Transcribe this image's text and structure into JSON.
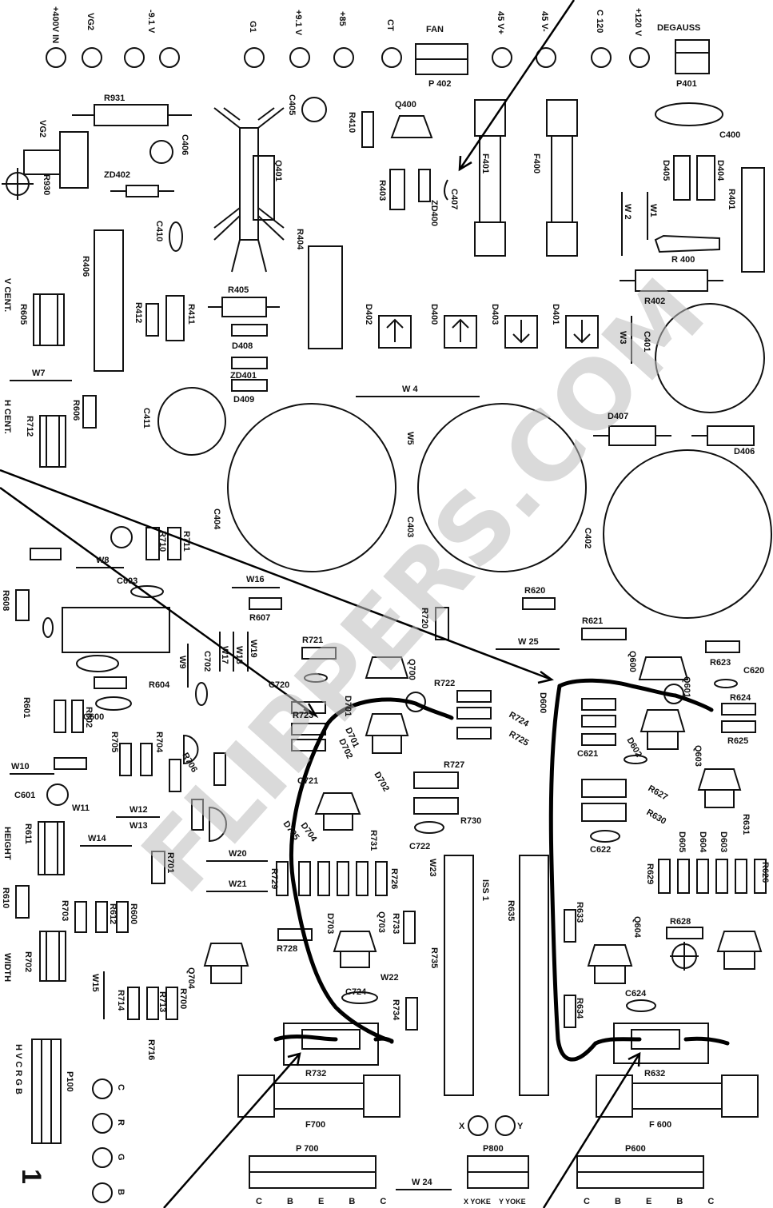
{
  "title": "COMPONENT LAYOUT",
  "watermark": "FLIPPERS.COM",
  "sheet_number": "1",
  "labels": {
    "t_400v": "+400V IN",
    "t_vg2": "VG2",
    "t_m91": "-9.1 V",
    "t_g1": "G1",
    "t_p91": "+9.1 V",
    "t_p85": "+85",
    "t_ct": "CT",
    "t_fan": "FAN",
    "t_45p": "45 V+",
    "t_45m": "45 V-",
    "t_c120": "C 120",
    "t_120v": "+120 V",
    "t_degauss": "DEGAUSS",
    "p402": "P 402",
    "p401": "P401",
    "r931": "R931",
    "c405": "C405",
    "r410": "R410",
    "q400": "Q400",
    "vg2": "VG2",
    "c406": "C406",
    "r930": "R930",
    "zd402": "ZD402",
    "q401": "Q401",
    "r403": "R403",
    "zd400": "ZD400",
    "c407": "C407",
    "f401": "F401",
    "f400": "F400",
    "c400": "C400",
    "d405": "D405",
    "d404": "D404",
    "r401": "R401",
    "w2": "W 2",
    "w1": "W1",
    "r400": "R 400",
    "c410": "C410",
    "r404": "R404",
    "r406": "R406",
    "r402": "R402",
    "v_cent": "V CENT.",
    "r605": "R605",
    "r412": "R412",
    "r411": "R411",
    "r405": "R405",
    "d408": "D408",
    "zd401": "ZD401",
    "d409": "D409",
    "d402": "D402",
    "d400": "D400",
    "d403": "D403",
    "d401": "D401",
    "w3": "W3",
    "c401": "C401",
    "w7": "W7",
    "r606": "R606",
    "h_cent": "H CENT.",
    "r712": "R712",
    "c411": "C411",
    "w4": "W 4",
    "w5": "W5",
    "d407": "D407",
    "d406": "D406",
    "c404": "C404",
    "c403": "C403",
    "c402": "C402",
    "r710": "R710",
    "r711": "R711",
    "w8": "W8",
    "c603": "C603",
    "r608": "R608",
    "w16": "W16",
    "r607": "R607",
    "r620": "R620",
    "r720": "R720",
    "r621": "R621",
    "w25": "W 25",
    "r721": "R721",
    "r623": "R623",
    "c620": "C620",
    "q700": "Q700",
    "q600": "Q600",
    "q601": "Q601",
    "w9": "W9",
    "c702": "C702",
    "w17": "W17",
    "w18": "W18",
    "w19": "W19",
    "r604": "R604",
    "c720": "C720",
    "r722": "R722",
    "d701": "D701",
    "d600": "D600",
    "r624": "R624",
    "r601": "R601",
    "r602": "R602",
    "c600": "C600",
    "r723": "R723",
    "r724": "R724",
    "r725": "R725",
    "r625": "R625",
    "r705": "R705",
    "r704": "R704",
    "d701b": "D701",
    "d702": "D702",
    "c621": "C621",
    "d602": "D602",
    "q603": "Q603",
    "w10": "W10",
    "r706": "R706",
    "c721": "C721",
    "r727": "R727",
    "c601": "C601",
    "w11": "W11",
    "d702b": "D702",
    "r627": "R627",
    "w12": "W12",
    "w13": "W13",
    "r630": "R630",
    "r611": "R611",
    "height": "HEIGHT",
    "d704": "D704",
    "r731": "R731",
    "r730": "R730",
    "r631": "R631",
    "w14": "W14",
    "d705": "D705",
    "c722": "C722",
    "c622": "C622",
    "d605": "D605",
    "d604": "D604",
    "d603": "D603",
    "r701": "R701",
    "w20": "W20",
    "r626": "R626",
    "r629": "R629",
    "w23": "W23",
    "iss1": "ISS 1",
    "w21": "W21",
    "r729": "R729",
    "r726": "R726",
    "r610": "R610",
    "r703": "R703",
    "r612": "R612",
    "r600": "R600",
    "d703": "D703",
    "q703": "Q703",
    "r733": "R733",
    "r633": "R633",
    "q604": "Q604",
    "r628": "R628",
    "r728": "R728",
    "r635": "R635",
    "r702": "R702",
    "width": "WIDTH",
    "q704": "Q704",
    "r735": "R735",
    "w22": "W22",
    "w15": "W15",
    "r714": "R714",
    "r713": "R713",
    "r700": "R700",
    "c724": "C724",
    "r734": "R734",
    "r634": "R634",
    "c624": "C624",
    "r716": "R716",
    "p100": "P100",
    "r732": "R732",
    "r632": "R632",
    "f700": "F700",
    "f600": "F 600",
    "p700": "P 700",
    "p800": "P800",
    "p600": "P600",
    "w24": "W 24",
    "x_yoke": "X YOKE",
    "y_yoke": "Y YOKE",
    "x": "X",
    "y": "Y",
    "p100_pins": "H V C R G B",
    "c_lbl": "C",
    "r_lbl": "R",
    "g_lbl": "G",
    "b_lbl": "B",
    "p700_pins": "C B E B C",
    "p600_pins": "C B E B C"
  }
}
